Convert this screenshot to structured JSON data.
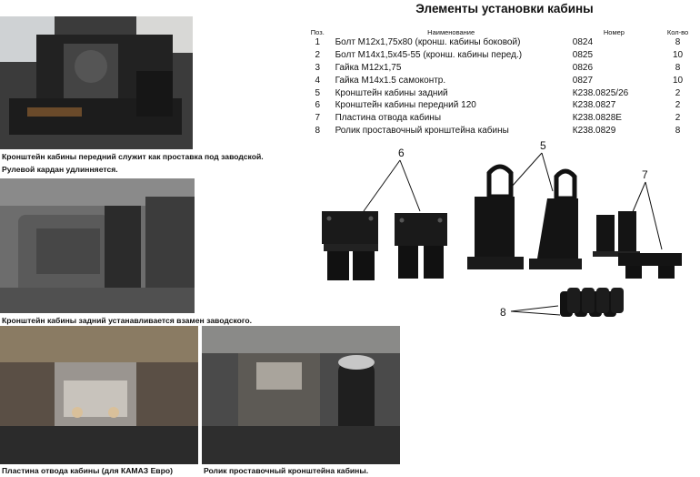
{
  "title": "Элементы установки кабины",
  "table": {
    "headers": {
      "pos": "Поз.",
      "name": "Наименование",
      "code": "Номер",
      "qty": "Кол-во"
    },
    "rows": [
      {
        "pos": "1",
        "name": "Болт М12х1,75х80 (кронш. кабины боковой)",
        "code": "0824",
        "qty": "8"
      },
      {
        "pos": "2",
        "name": "Болт М14х1,5х45-55 (кронш. кабины перед.)",
        "code": "0825",
        "qty": "10"
      },
      {
        "pos": "3",
        "name": "Гайка М12х1,75",
        "code": "0826",
        "qty": "8"
      },
      {
        "pos": "4",
        "name": "Гайка М14х1.5 самоконтр.",
        "code": "0827",
        "qty": "10"
      },
      {
        "pos": "5",
        "name": "Кронштейн кабины задний",
        "code": "К238.0825/26",
        "qty": "2"
      },
      {
        "pos": "6",
        "name": "Кронштейн кабины передний 120",
        "code": "К238.0827",
        "qty": "2"
      },
      {
        "pos": "7",
        "name": "Пластина отвода кабины",
        "code": "К238.0828Е",
        "qty": "2"
      },
      {
        "pos": "8",
        "name": "Ролик проставочный кронштейна кабины",
        "code": "К238.0829",
        "qty": "8"
      }
    ]
  },
  "captions": {
    "front_line1": "Кронштейн кабины передний служит как проставка под заводской.",
    "front_line2": "Рулевой кардан удлинняется.",
    "rear": "Кронштейн кабины задний устанавливается взамен заводского.",
    "plate": "Пластина отвода кабины (для КАМАЗ Евро)",
    "roller": "Ролик проставочный кронштейна кабины."
  },
  "callouts": {
    "c6": "6",
    "c5": "5",
    "c7": "7",
    "c8": "8"
  }
}
